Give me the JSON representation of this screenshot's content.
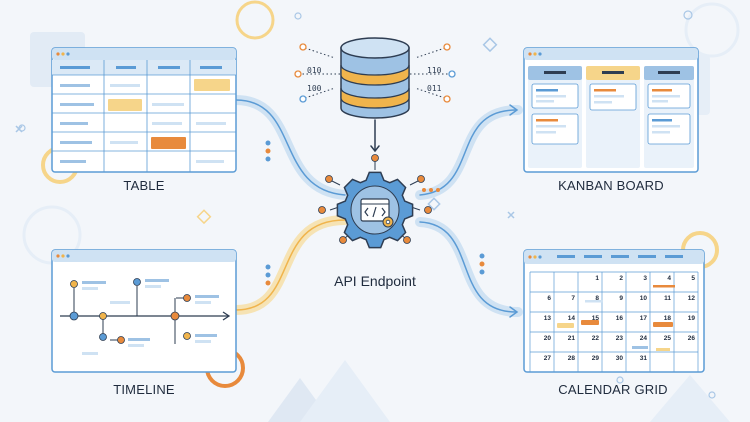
{
  "labels": {
    "table": "TABLE",
    "kanban": "KANBAN BOARD",
    "timeline": "TIMELINE",
    "calendar": "CALENDAR GRID",
    "api": "API Endpoint"
  },
  "binary": {
    "left_top": "010",
    "left_bottom": "100",
    "right_top": "110",
    "right_bottom": "011"
  },
  "calendar": {
    "days": [
      "1",
      "2",
      "3",
      "4",
      "5",
      "6",
      "7",
      "8",
      "9",
      "10",
      "11",
      "12",
      "13",
      "14",
      "15",
      "16",
      "17",
      "18",
      "19",
      "20",
      "21",
      "22",
      "23",
      "24",
      "25",
      "26",
      "27",
      "28",
      "29",
      "30",
      "31"
    ]
  },
  "icons": [
    "database-icon",
    "gear-icon",
    "code-window-icon"
  ],
  "colors": {
    "blue": "#5b9bd5",
    "blue_light": "#cfe2f3",
    "orange": "#e88a3c",
    "yellow": "#f6d58a",
    "navy": "#2e3d52",
    "background": "#f3f6fa"
  }
}
